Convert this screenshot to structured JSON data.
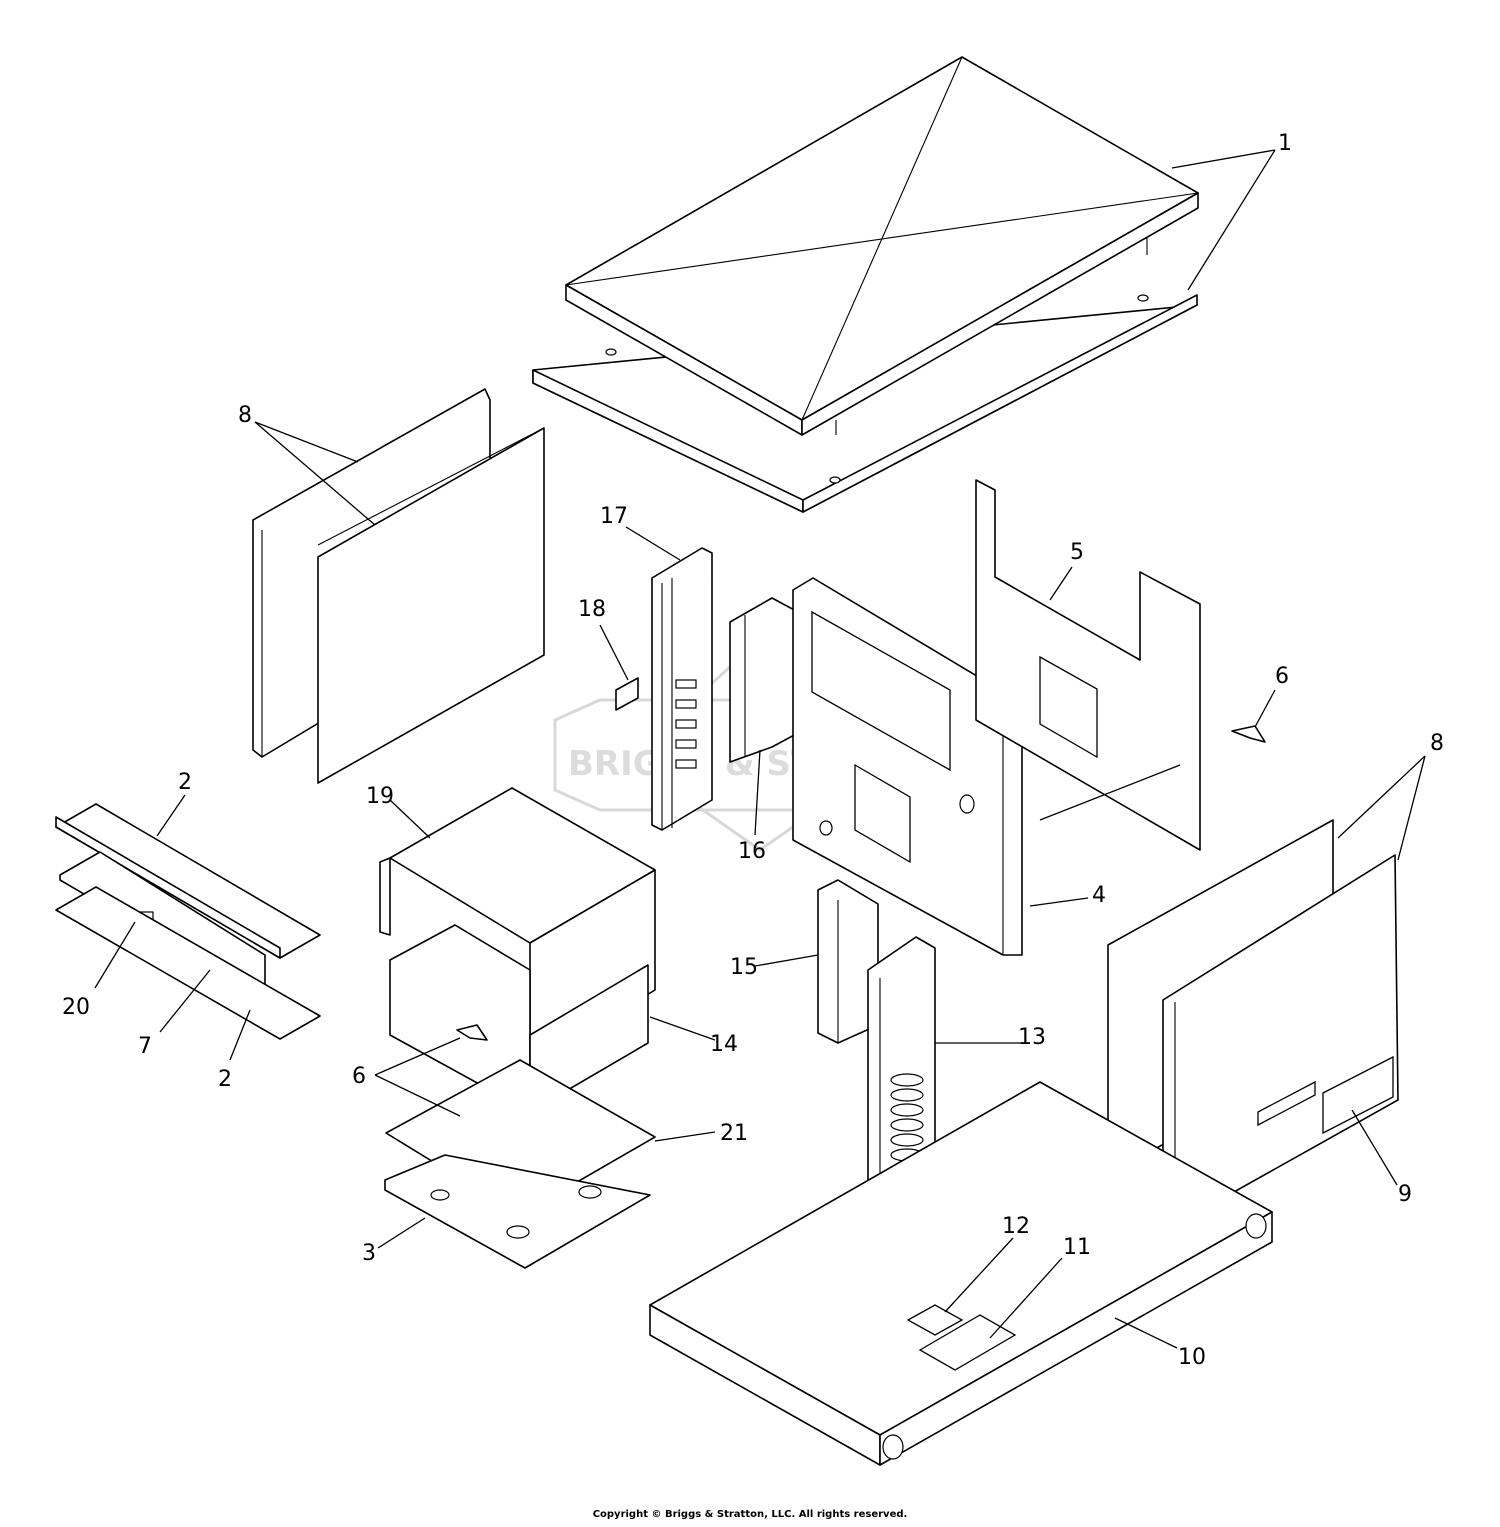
{
  "watermark": {
    "text": "BRIGGS & STRATTON"
  },
  "callouts": {
    "c1": "1",
    "c2a": "2",
    "c2b": "2",
    "c3": "3",
    "c4": "4",
    "c5": "5",
    "c6a": "6",
    "c6b": "6",
    "c7": "7",
    "c8a": "8",
    "c8b": "8",
    "c9": "9",
    "c10": "10",
    "c11": "11",
    "c12": "12",
    "c13": "13",
    "c14": "14",
    "c15": "15",
    "c16": "16",
    "c17": "17",
    "c18": "18",
    "c19": "19",
    "c20": "20",
    "c21": "21"
  },
  "footer": {
    "copyright": "Copyright © Briggs & Stratton, LLC. All rights reserved."
  }
}
